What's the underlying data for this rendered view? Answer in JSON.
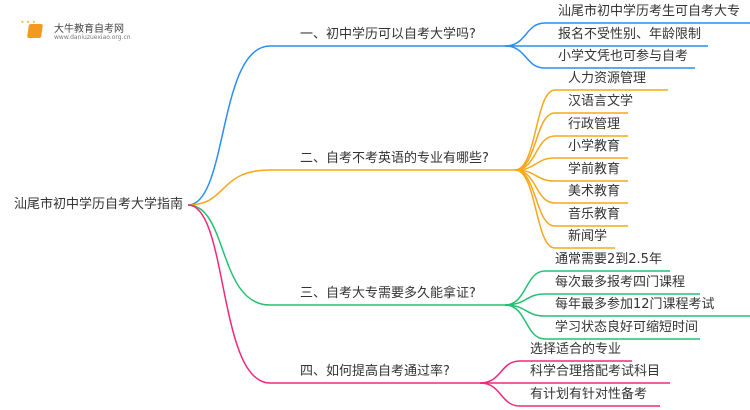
{
  "logo": {
    "name": "大牛教育自考网",
    "url": "www.daniuzuexiao.org.cn"
  },
  "root": "汕尾市初中学历自考大学指南",
  "branches": [
    {
      "label": "一、初中学历可以自考大学吗?",
      "color": "#2b8ef0",
      "leaves": [
        "汕尾市初中学历考生可自考大专",
        "报名不受性别、年龄限制",
        "小学文凭也可参与自考"
      ]
    },
    {
      "label": "二、自考不考英语的专业有哪些?",
      "color": "#f5a81c",
      "leaves": [
        "人力资源管理",
        "汉语言文学",
        "行政管理",
        "小学教育",
        "学前教育",
        "美术教育",
        "音乐教育",
        "新闻学"
      ]
    },
    {
      "label": "三、自考大专需要多久能拿证?",
      "color": "#22c172",
      "leaves": [
        "通常需要2到2.5年",
        "每次最多报考四门课程",
        "每年最多参加12门课程考试",
        "学习状态良好可缩短时间"
      ]
    },
    {
      "label": "四、如何提高自考通过率?",
      "color": "#f0287a",
      "leaves": [
        "选择适合的专业",
        "科学合理搭配考试科目",
        "有计划有针对性备考"
      ]
    }
  ]
}
